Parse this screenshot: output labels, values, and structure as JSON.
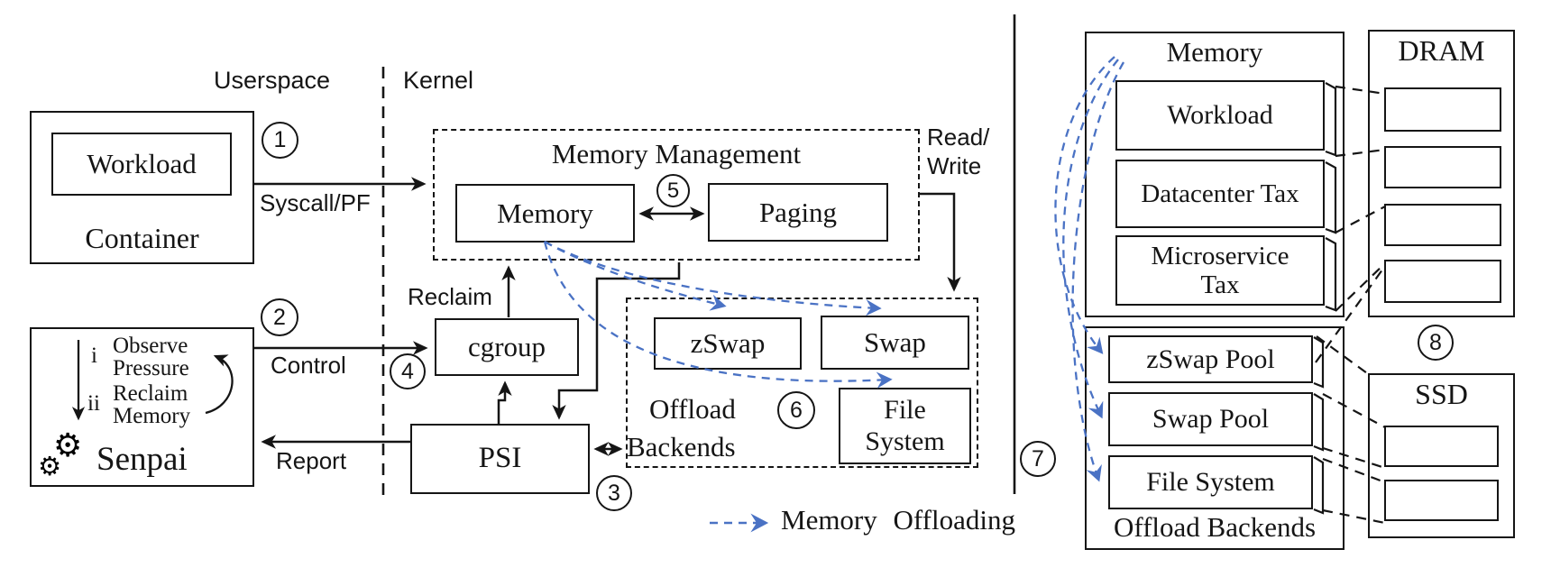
{
  "diagram": {
    "regions": {
      "userspace": "Userspace",
      "kernel": "Kernel"
    },
    "container": {
      "title": "Container",
      "workload": "Workload"
    },
    "senpai": {
      "title": "Senpai",
      "step1_num": "i",
      "step1_line1": "Observe",
      "step1_line2": "Pressure",
      "step2_num": "ii",
      "step2_line1": "Reclaim",
      "step2_line2": "Memory",
      "gear_glyph": "⚙"
    },
    "mm": {
      "title": "Memory Management",
      "memory": "Memory",
      "paging": "Paging"
    },
    "cgroup": "cgroup",
    "psi": "PSI",
    "offload": {
      "line1": "Offload",
      "line2": "Backends",
      "zswap": "zSwap",
      "swap": "Swap",
      "file_system": "File System"
    },
    "labels": {
      "syscall": "Syscall/PF",
      "control": "Control",
      "report": "Report",
      "reclaim": "Reclaim",
      "read1": "Read/",
      "read2": "Write"
    },
    "steps": [
      "1",
      "2",
      "3",
      "4",
      "5",
      "6",
      "7",
      "8"
    ],
    "legend": "Memory Offloading",
    "right": {
      "memory_title": "Memory",
      "segments": [
        "Workload",
        "Datacenter Tax",
        "Microservice Tax"
      ],
      "offload_title": "Offload Backends",
      "pools": [
        "zSwap Pool",
        "Swap Pool",
        "File System"
      ],
      "dram": "DRAM",
      "ssd": "SSD"
    },
    "colors": {
      "blue": "#4a72c4",
      "ink": "#151515"
    }
  }
}
